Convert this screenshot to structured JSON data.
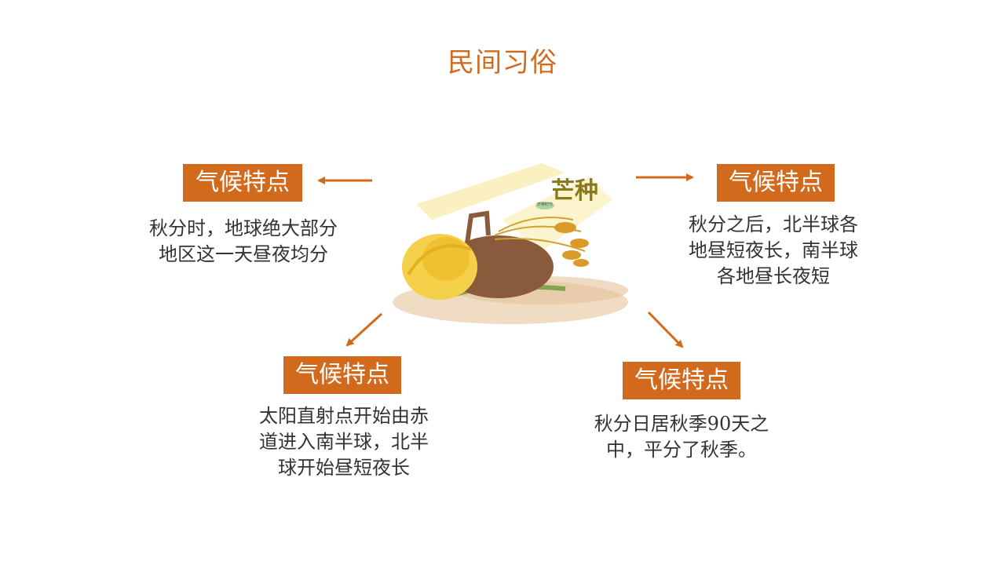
{
  "title": "民间习俗",
  "illustration": {
    "calligraphy": "芒种",
    "seal": "芒种时节"
  },
  "cards": [
    {
      "label": "气候特点",
      "text": "秋分时，地球绝大部分\n地区这一天昼夜均分"
    },
    {
      "label": "气候特点",
      "text": "秋分之后，北半球各\n地昼短夜长，南半球\n各地昼长夜短"
    },
    {
      "label": "气候特点",
      "text": "太阳直射点开始由赤\n道进入南半球，北半\n球开始昼短夜长"
    },
    {
      "label": "气候特点",
      "text": "秋分日居秋季90天之\n中，平分了秋季。"
    }
  ],
  "colors": {
    "accent": "#d26a1e",
    "text": "#333333"
  }
}
